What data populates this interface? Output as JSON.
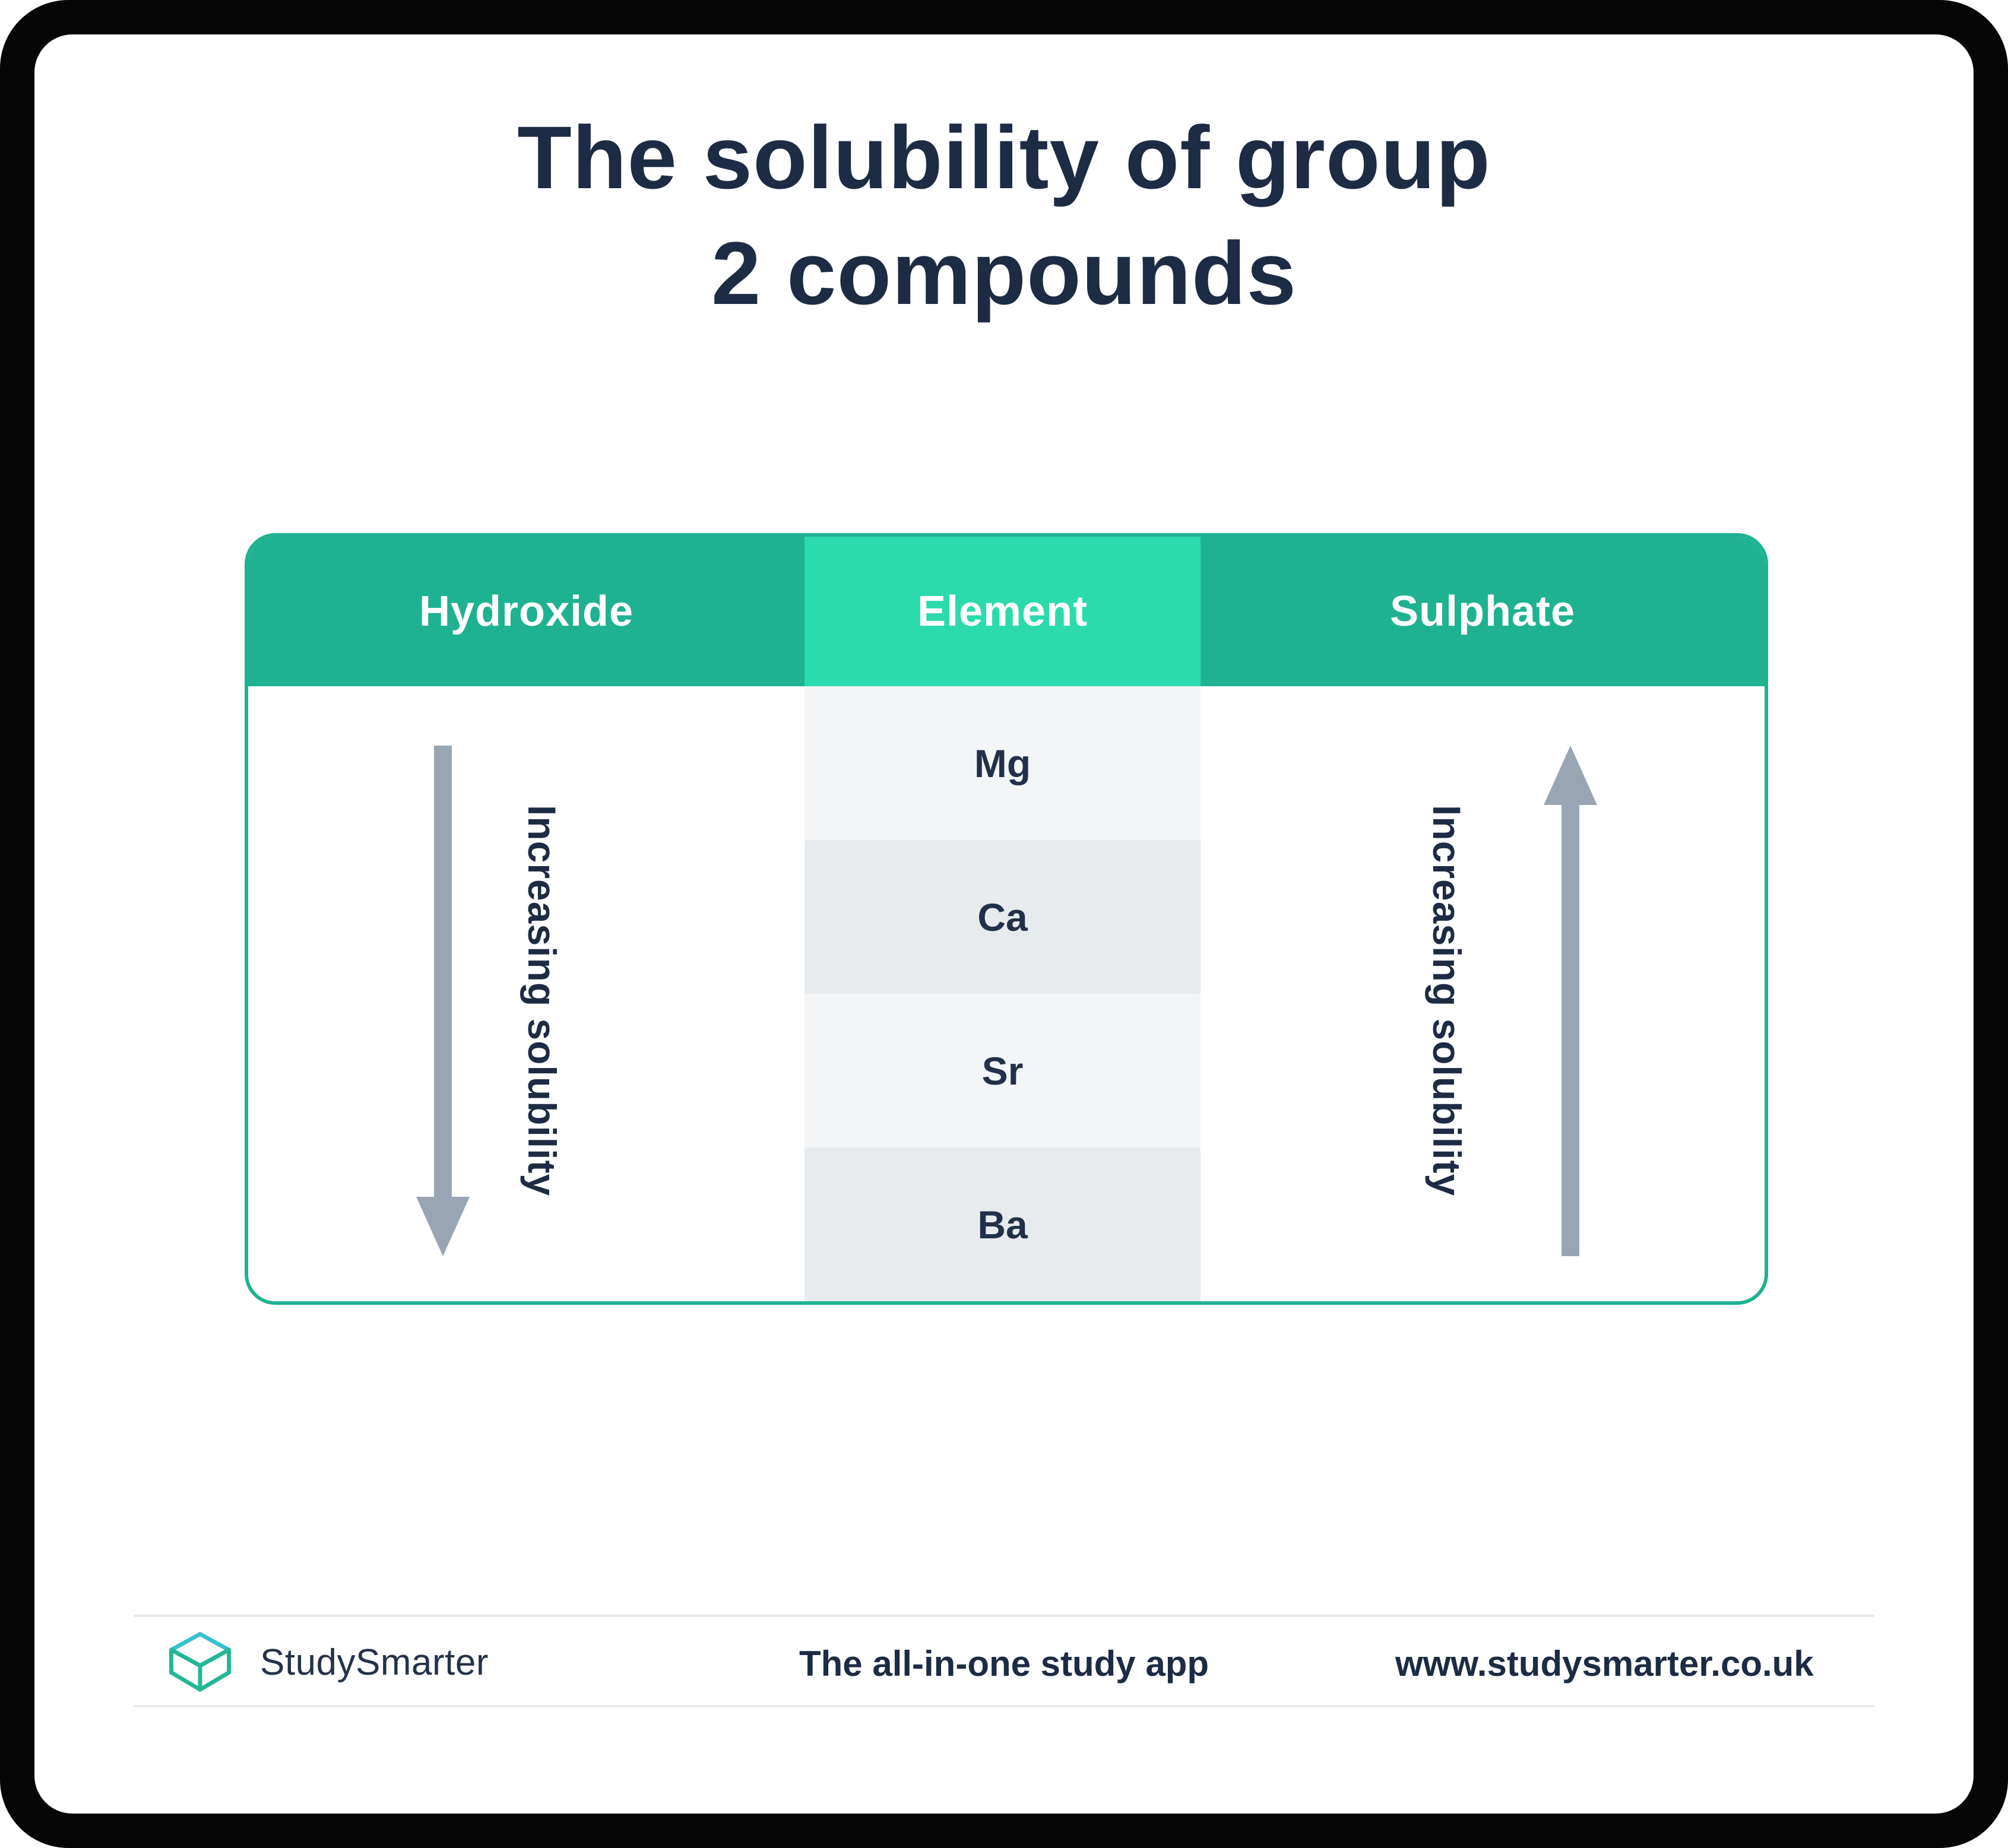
{
  "title": {
    "line1": "The solubility of group",
    "line2": "2 compounds"
  },
  "table": {
    "headers": {
      "left": "Hydroxide",
      "middle": "Element",
      "right": "Sulphate"
    },
    "elements": [
      "Mg",
      "Ca",
      "Sr",
      "Ba"
    ],
    "left_annotation": {
      "text": "Increasing solubility",
      "arrow_direction": "down"
    },
    "right_annotation": {
      "text": "Increasing solubility",
      "arrow_direction": "up"
    }
  },
  "footer": {
    "brand": "StudySmarter",
    "tagline": "The all-in-one study app",
    "website": "www.studysmarter.co.uk"
  },
  "colors": {
    "header_teal": "#1FB290",
    "element_header_teal": "#2BDBAC",
    "title_navy": "#1D2B44",
    "arrow_gray": "#9AA5B3",
    "row_light": "#F3F5F6",
    "row_shade": "#E8EBED",
    "divider_gray": "#E8E9EA",
    "logo_cyan": "#38BFCF",
    "logo_teal": "#23B795"
  }
}
